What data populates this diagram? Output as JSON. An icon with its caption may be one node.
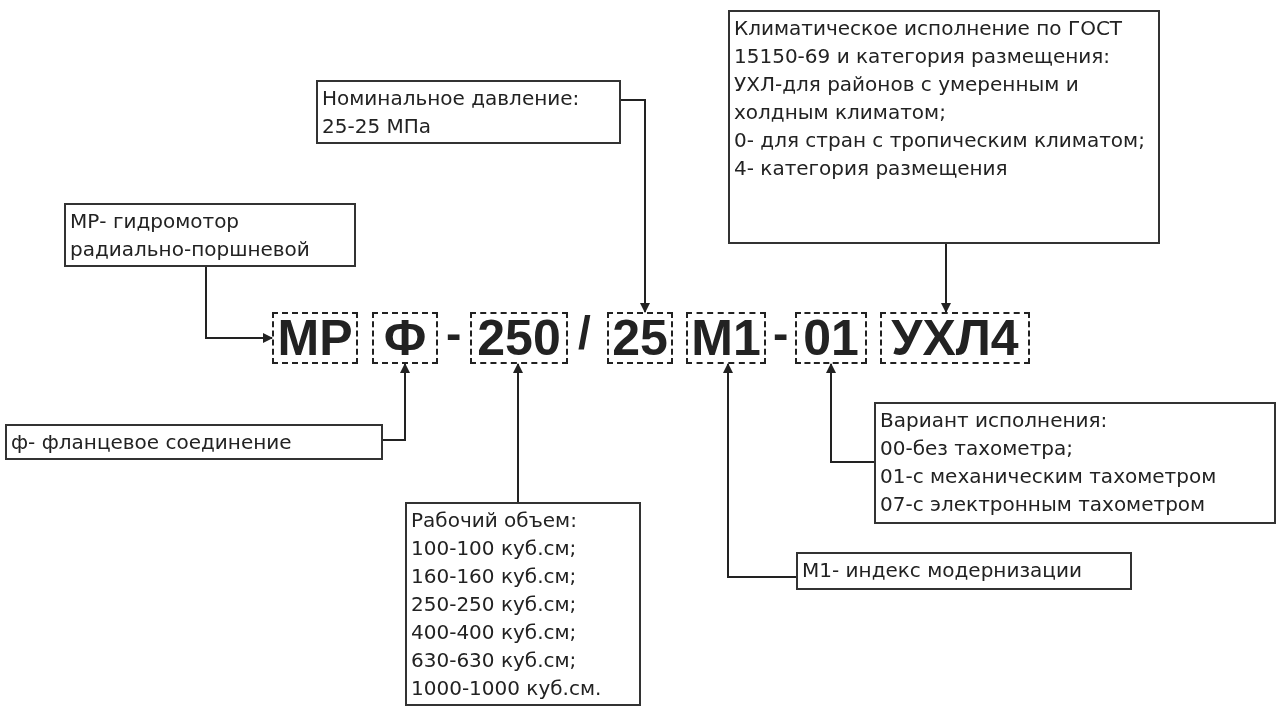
{
  "diagram": {
    "nodes": [
      {
        "text": [
          "Климатическое исполнение по ГОСТ 15150-69 и категория размещения:",
          "УХЛ-для районов с умеренным и холдным климатом;",
          "0- для стран с тропическим климатом;",
          "4- категория размещения"
        ]
      },
      {
        "text": [
          "Номинальное давление: 25-25 МПа"
        ]
      },
      {
        "text": [
          "МР- гидромотор радиально-поршневой"
        ]
      },
      {
        "text": [
          "МР"
        ]
      },
      {
        "text": [
          "Ф"
        ]
      },
      {
        "text": [
          "250"
        ]
      },
      {
        "text": [
          "25"
        ]
      },
      {
        "text": [
          "М1"
        ]
      },
      {
        "text": [
          "01"
        ]
      },
      {
        "text": [
          "УХЛ4"
        ]
      },
      {
        "text": [
          "Вариант исполнения:",
          "00-без тахометра;",
          "01-с механическим тахометром",
          "07-с электронным тахометром"
        ]
      },
      {
        "text": [
          "ф- фланцевое соединение"
        ]
      },
      {
        "text": [
          "Рабочий объем:",
          "100-100 куб.см;",
          "160-160 куб.см;",
          "250-250 куб.см;",
          "400-400 куб.см;",
          "630-630 куб.см;",
          "1000-1000 куб.см."
        ]
      },
      {
        "text": [
          "М1- индекс модернизации"
        ]
      }
    ],
    "edges": [
      {
        "from": 2,
        "to": 3,
        "arrow": "to"
      },
      {
        "from": 1,
        "to": 6,
        "arrow": "to"
      },
      {
        "from": 0,
        "to": 9,
        "arrow": "to"
      },
      {
        "from": 11,
        "to": 4,
        "arrow": "to"
      },
      {
        "from": 12,
        "to": 5,
        "arrow": "to"
      },
      {
        "from": 13,
        "to": 7,
        "arrow": "to"
      },
      {
        "from": 10,
        "to": 8,
        "arrow": "to"
      }
    ],
    "labels": [
      "-",
      "/",
      "-"
    ]
  }
}
